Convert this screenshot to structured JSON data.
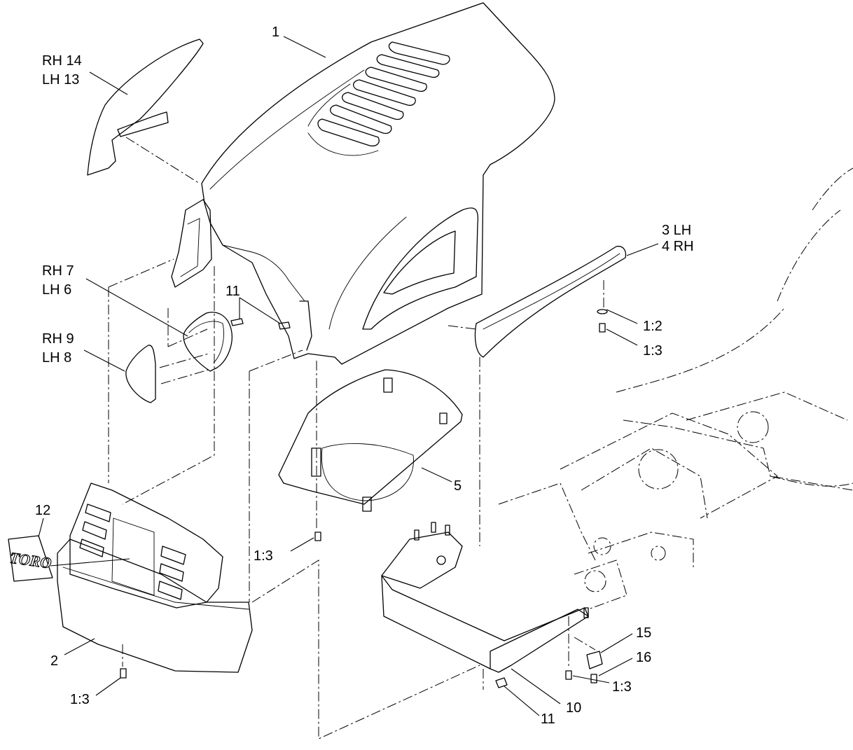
{
  "callouts": {
    "hood": "1",
    "grille": "2",
    "side_rh_lh_upper": "RH 14",
    "side_lh_lower": "LH 13",
    "handle_rh": "3 LH",
    "handle_lh": "4 RH",
    "headlight_housing_rh": "RH 7",
    "headlight_housing_lh": "LH 6",
    "lens_rh": "RH 9",
    "lens_lh": "LH 8",
    "fuel_pan": "5",
    "bracket": "10",
    "bolt_a": "11",
    "bolt_b": "11",
    "decal": "12",
    "clip": "15",
    "screw": "16",
    "washer_ref": "1:2",
    "screw_ref_a": "1:3",
    "screw_ref_b": "1:3",
    "screw_ref_c": "1:3",
    "screw_ref_d": "1:3"
  },
  "decal": {
    "logo_text": "TORO"
  }
}
